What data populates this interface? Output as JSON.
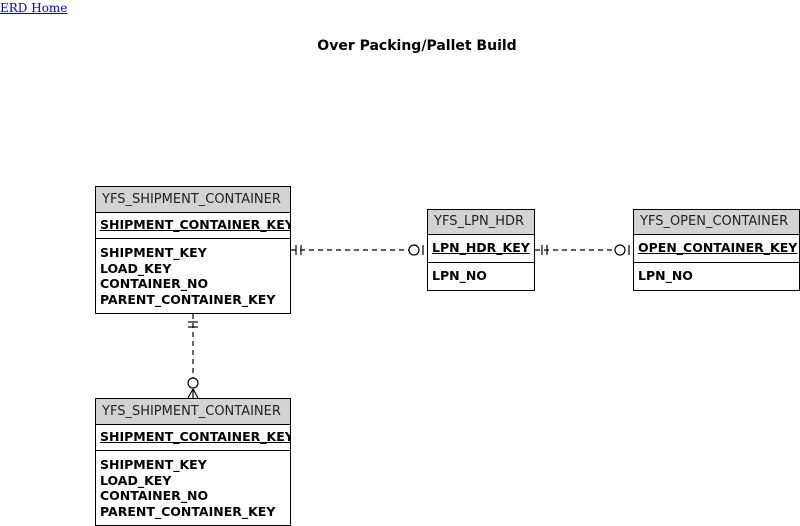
{
  "nav": {
    "home_label": "ERD Home"
  },
  "title": "Over Packing/Pallet Build",
  "entities": {
    "shipment_container_parent": {
      "name": "YFS_SHIPMENT_CONTAINER",
      "pk": "SHIPMENT_CONTAINER_KEY",
      "attrs": [
        "SHIPMENT_KEY",
        "LOAD_KEY",
        "CONTAINER_NO",
        "PARENT_CONTAINER_KEY"
      ]
    },
    "lpn_hdr": {
      "name": "YFS_LPN_HDR",
      "pk": "LPN_HDR_KEY",
      "attrs": [
        "LPN_NO"
      ]
    },
    "open_container": {
      "name": "YFS_OPEN_CONTAINER",
      "pk": "OPEN_CONTAINER_KEY",
      "attrs": [
        "LPN_NO"
      ]
    },
    "shipment_container_child": {
      "name": "YFS_SHIPMENT_CONTAINER",
      "pk": "SHIPMENT_CONTAINER_KEY",
      "attrs": [
        "SHIPMENT_KEY",
        "LOAD_KEY",
        "CONTAINER_NO",
        "PARENT_CONTAINER_KEY"
      ]
    }
  },
  "relationships": [
    {
      "from": "shipment_container_parent",
      "to": "lpn_hdr",
      "from_cardinality": "one-and-only-one",
      "to_cardinality": "zero-or-one"
    },
    {
      "from": "lpn_hdr",
      "to": "open_container",
      "from_cardinality": "one-and-only-one",
      "to_cardinality": "zero-or-one"
    },
    {
      "from": "shipment_container_parent",
      "to": "shipment_container_child",
      "from_cardinality": "one-and-only-one",
      "to_cardinality": "zero-or-many"
    }
  ]
}
